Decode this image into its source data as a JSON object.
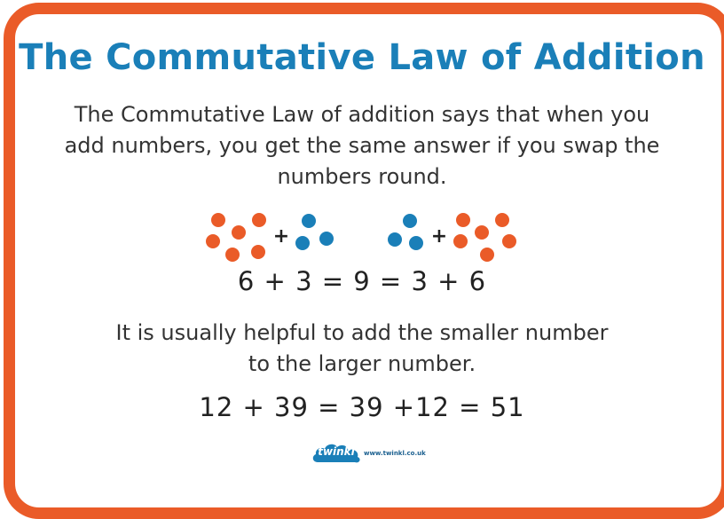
{
  "title": "The Commutative Law of Addition",
  "intro": {
    "line1": "The Commutative Law of addition says that when you",
    "line2": "add numbers, you get the same answer if you swap the",
    "line3": "numbers round."
  },
  "dot_groups": {
    "left": {
      "first_count": 6,
      "first_color": "#ea5b28",
      "operator": "+",
      "second_count": 3,
      "second_color": "#1a7fb8"
    },
    "right": {
      "first_count": 3,
      "first_color": "#1a7fb8",
      "operator": "+",
      "second_count": 6,
      "second_color": "#ea5b28"
    }
  },
  "equation1": "6 + 3 = 9 = 3 + 6",
  "tip": {
    "line1": "It is usually helpful to add the smaller number",
    "line2": "to the larger number."
  },
  "equation2": "12 + 39 = 39 +12 = 51",
  "footer": {
    "logo_text": "twinkl",
    "url": "www.twinkl.co.uk"
  },
  "colors": {
    "border": "#ea5b28",
    "title": "#1a7fb8",
    "orange_dot": "#ea5b28",
    "blue_dot": "#1a7fb8"
  }
}
